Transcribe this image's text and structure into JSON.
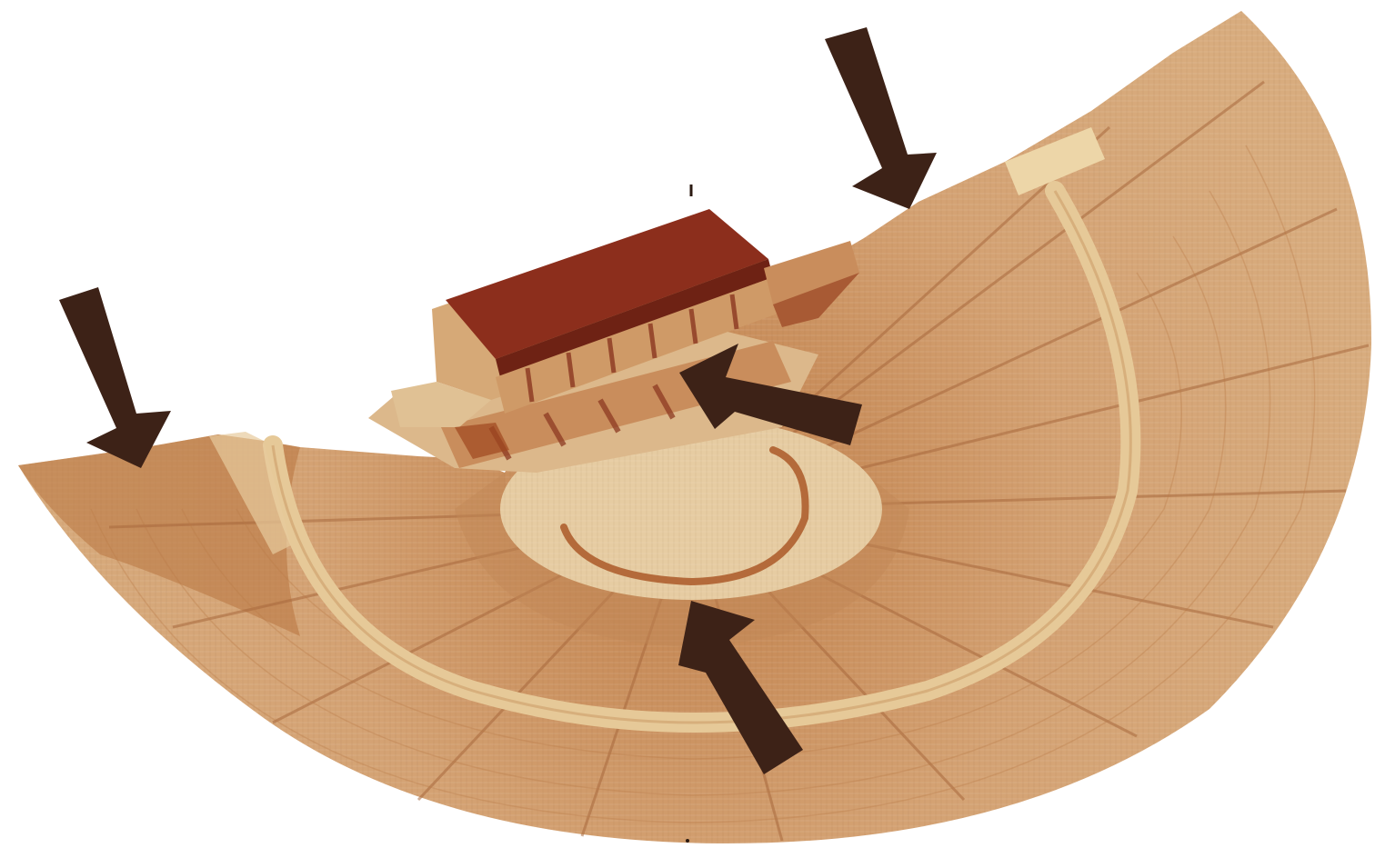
{
  "diagram": {
    "subject": "greek-theatre-model",
    "colors": {
      "background": "#ffffff",
      "seating_light": "#d9ab7c",
      "seating_mid": "#c8915f",
      "seating_dark": "#b06f3f",
      "aisle_line": "#a8683c",
      "walkway": "#e3c596",
      "orchestra_floor": "#e2c9a0",
      "orchestra_ring": "#b46a3a",
      "stage_light": "#d9b58a",
      "stage_roof": "#8c2e1c",
      "stage_roof_shadow": "#6e2214",
      "arrow": "#3d2217"
    },
    "parts": [
      {
        "id": "theatron",
        "icon": "seating-tiers"
      },
      {
        "id": "diazoma",
        "icon": "walkway-ring"
      },
      {
        "id": "orchestra",
        "icon": "circular-floor"
      },
      {
        "id": "skene",
        "icon": "stage-building"
      },
      {
        "id": "parodos",
        "icon": "side-passage"
      }
    ],
    "arrows": [
      {
        "id": "arrow-left-top",
        "icon": "arrow-down-icon",
        "points_to": "parodos"
      },
      {
        "id": "arrow-right-top",
        "icon": "arrow-down-icon",
        "points_to": "diazoma"
      },
      {
        "id": "arrow-middle",
        "icon": "arrow-left-icon",
        "points_to": "skene"
      },
      {
        "id": "arrow-bottom",
        "icon": "arrow-up-icon",
        "points_to": "orchestra"
      }
    ]
  }
}
